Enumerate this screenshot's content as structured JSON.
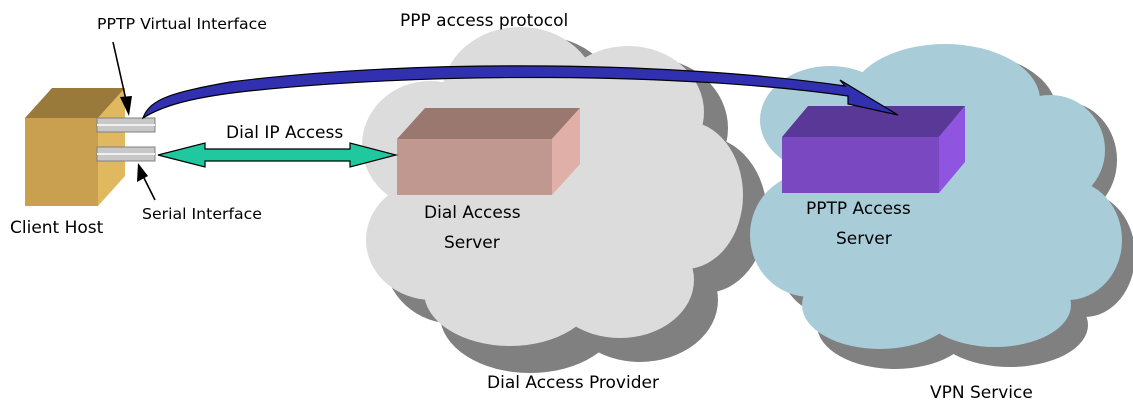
{
  "labels": {
    "ppp_protocol": "PPP access protocol",
    "pptp_virtual_interface": "PPTP Virtual Interface",
    "serial_interface": "Serial Interface",
    "client_host": "Client Host",
    "dial_ip_access": "Dial IP Access",
    "dial_access_server_line1": "Dial Access",
    "dial_access_server_line2": "Server",
    "pptp_access_server_line1": "PPTP Access",
    "pptp_access_server_line2": "Server",
    "dial_access_provider": "Dial Access Provider",
    "vpn_service": "VPN Service"
  },
  "colors": {
    "client_host_front": "#c8a050",
    "client_host_top": "#9a7a3a",
    "client_host_side": "#e0b860",
    "dial_cloud": "#dcdcdc",
    "vpn_cloud": "#a8ccd8",
    "cloud_shadow": "#808080",
    "dial_server_front": "#c09890",
    "dial_server_top": "#9a7870",
    "dial_server_side": "#e0b0a8",
    "pptp_server_front": "#7a48c0",
    "pptp_server_top": "#5a3898",
    "pptp_server_side": "#9055e0",
    "ppp_arrow": "#3030b0",
    "dial_arrow": "#20c8a0"
  }
}
